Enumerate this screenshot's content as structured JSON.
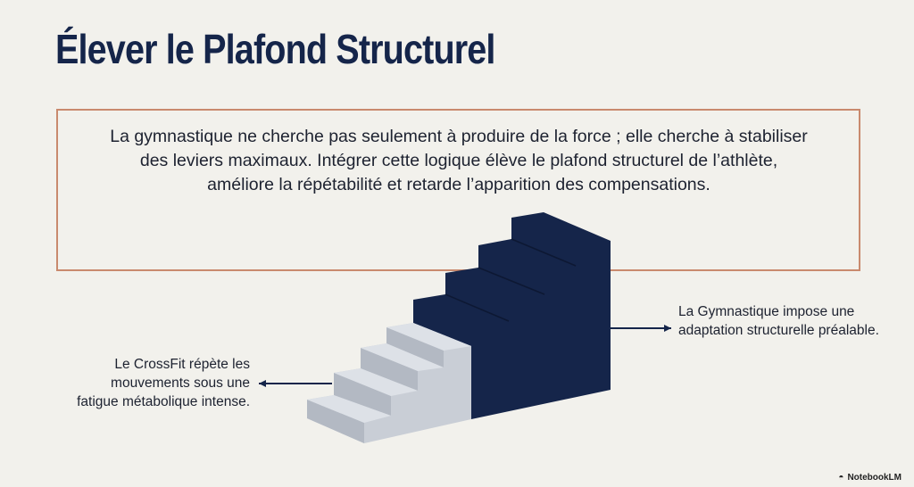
{
  "title": "Élever le Plafond Structurel",
  "paragraph": {
    "line1": "La gymnastique ne cherche pas seulement à produire de la force ; elle cherche à stabiliser",
    "line2": "des leviers maximaux. Intégrer cette logique élève le plafond structurel de l’athlète,",
    "line3": "améliore la répétabilité et retarde l’apparition des compensations."
  },
  "labels": {
    "left": "Le CrossFit répète les mouvements sous une fatigue métabolique intense.",
    "right": "La Gymnastique impose une adaptation structurelle préalable."
  },
  "brand": "NotebookLM",
  "colors": {
    "navy": "#15254a",
    "stair_light": "#c9ced6",
    "border": "#c98a6e"
  }
}
